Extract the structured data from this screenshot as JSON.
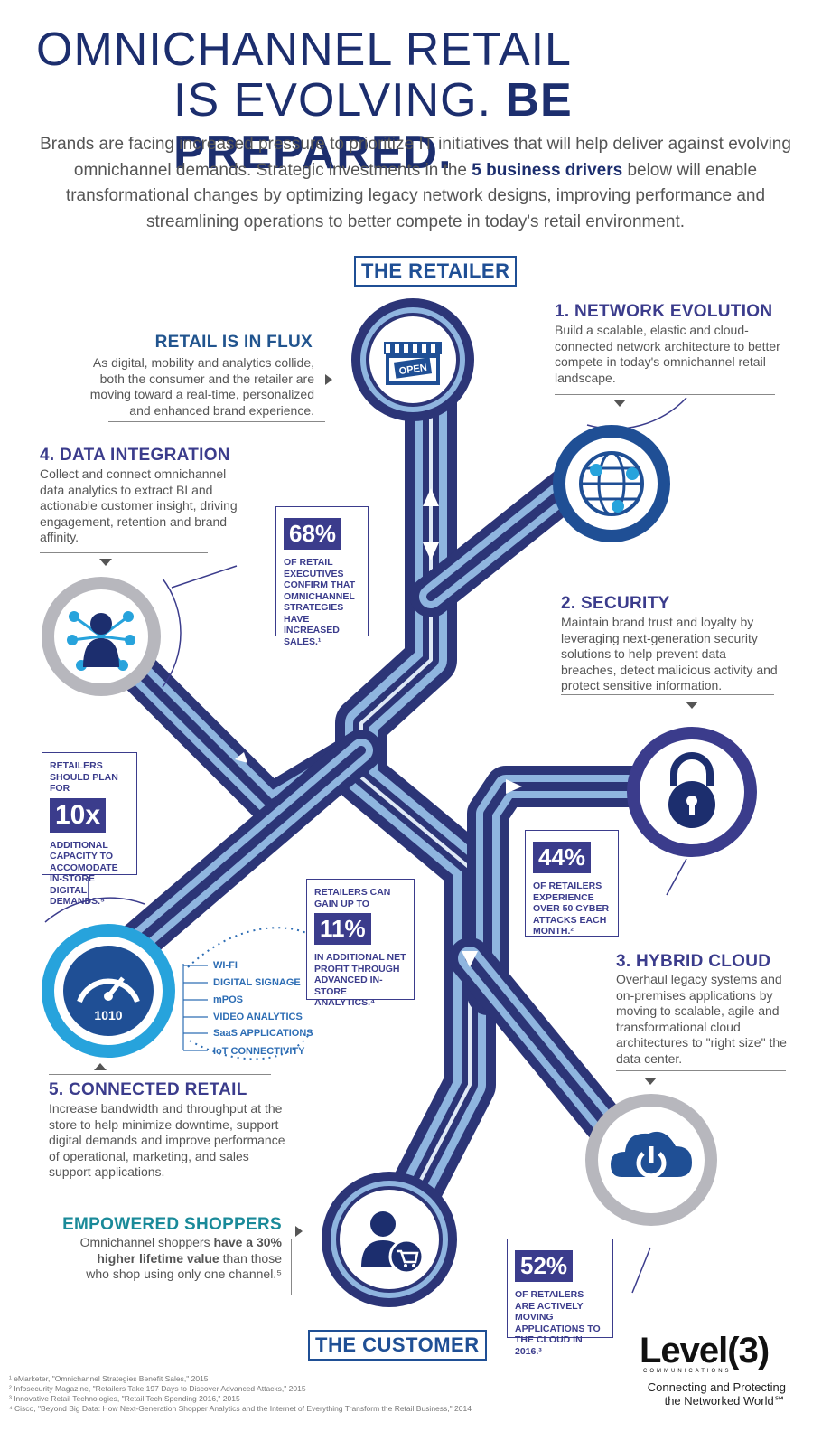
{
  "header": {
    "line1": "OMNICHANNEL RETAIL",
    "line2a": "IS EVOLVING.",
    "line2b": "BE PREPARED."
  },
  "intro": {
    "part1": "Brands are facing increased pressure to prioritize IT initiatives that will help deliver against evolving omnichannel demands. Strategic investments in the",
    "bold": "5 business drivers",
    "part2": "below will enable transformational changes by optimizing legacy network designs, improving performance and streamlining operations to better compete in today's retail environment."
  },
  "endpoints": {
    "retailer": "THE RETAILER",
    "customer": "THE CUSTOMER"
  },
  "flux": {
    "title": "RETAIL IS IN FLUX",
    "body": "As digital, mobility and analytics collide, both the consumer and the retailer are moving toward a real-time, personalized and enhanced brand experience."
  },
  "drivers": {
    "network": {
      "title": "1. NETWORK EVOLUTION",
      "body": "Build a scalable, elastic and cloud-connected network architecture to better compete in today's omnichannel retail landscape."
    },
    "security": {
      "title": "2. SECURITY",
      "body": "Maintain brand trust and loyalty by leveraging next-generation security solutions to help prevent data breaches, detect malicious activity and protect sensitive information."
    },
    "cloud": {
      "title": "3. HYBRID CLOUD",
      "body": "Overhaul legacy systems and on-premises applications by moving to scalable, agile and transformational cloud architectures to \"right size\" the data center."
    },
    "data": {
      "title": "4. DATA INTEGRATION",
      "body": "Collect and connect omnichannel data analytics to extract BI and actionable customer insight, driving engagement, retention and brand affinity."
    },
    "connected": {
      "title": "5. CONNECTED RETAIL",
      "body": "Increase bandwidth and throughput at the store to help minimize downtime, support digital demands and improve performance of operational, marketing, and sales support applications."
    }
  },
  "stats": {
    "s68": {
      "pre": "",
      "pct": "68%",
      "cap": "OF RETAIL EXECUTIVES CONFIRM THAT OMNICHANNEL STRATEGIES HAVE INCREASED SALES.¹"
    },
    "s10x": {
      "pre": "RETAILERS SHOULD PLAN FOR",
      "pct": "10x",
      "cap": "ADDITIONAL CAPACITY TO ACCOMODATE IN-STORE DIGITAL DEMANDS.⁵"
    },
    "s11": {
      "pre": "RETAILERS CAN GAIN UP TO",
      "pct": "11%",
      "cap": "IN ADDITIONAL NET PROFIT THROUGH ADVANCED IN-STORE ANALYTICS.⁴"
    },
    "s44": {
      "pre": "",
      "pct": "44%",
      "cap1": "OF RETAILERS EXPERIENCE OVER 50 CYBER ATTACKS",
      "cap2": "EACH MONTH.²"
    },
    "s52": {
      "pre": "",
      "pct": "52%",
      "cap": "OF RETAILERS ARE ACTIVELY MOVING APPLICATIONS TO THE CLOUD IN 2016.³"
    }
  },
  "connected_list": [
    "WI-FI",
    "DIGITAL SIGNAGE",
    "mPOS",
    "VIDEO ANALYTICS",
    "SaaS APPLICATIONS",
    "IoT CONNECTIVITY"
  ],
  "speed_label": "1010",
  "open_sign": "OPEN",
  "shoppers": {
    "title": "EMPOWERED SHOPPERS",
    "body1": "Omnichannel shoppers",
    "bold": "have a 30% higher lifetime value",
    "body2": "than those who shop using only one channel.⁵"
  },
  "footnotes": [
    "¹ eMarketer, \"Omnichannel Strategies Benefit Sales,\" 2015",
    "²  Infosecurity Magazine, \"Retailers Take 197 Days to Discover Advanced Attacks,\" 2015",
    "³ Innovative Retail Technologies, \"Retail Tech Spending 2016,\" 2015",
    "⁴ Cisco, \"Beyond Big Data: How Next-Generation Shopper Analytics and the Internet of Everything Transform the Retail Business,\" 2014"
  ],
  "brand": {
    "logo": "Level(3)",
    "logo_sub": "COMMUNICATIONS",
    "tagline1": "Connecting and Protecting",
    "tagline2": "the Networked World℠"
  },
  "icons": [
    "storefront-icon",
    "globe-network-icon",
    "padlock-icon",
    "cloud-power-icon",
    "cart-shopper-icon",
    "speedometer-icon",
    "connected-person-icon"
  ],
  "colors": {
    "navy": "#1c2e6e",
    "purple": "#3b3c8c",
    "road_dark": "#2c3577",
    "road_light": "#8fb5df",
    "teal": "#1a8a99",
    "cyan": "#27a3dc"
  }
}
